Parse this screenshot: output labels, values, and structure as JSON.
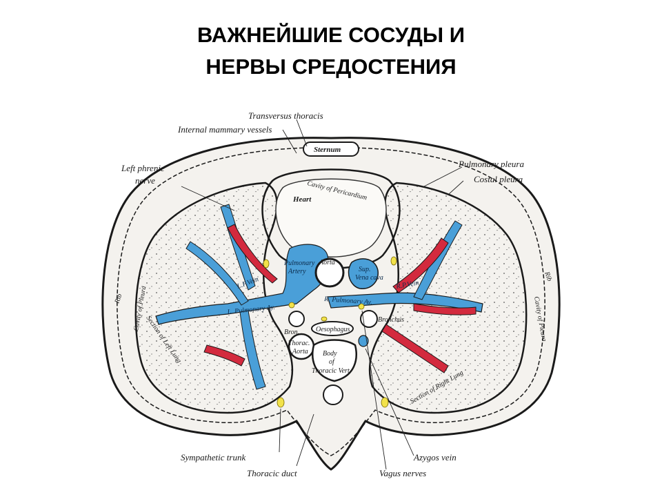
{
  "title": {
    "line1": "ВАЖНЕЙШИЕ СОСУДЫ И",
    "line2": "НЕРВЫ СРЕДОСТЕНИЯ"
  },
  "labels": {
    "transversus_thoracis": "Transversus thoracis",
    "internal_mammary_vessels": "Internal mammary vessels",
    "sternum": "Sternum",
    "left_phrenic_nerve_1": "Left phrenic",
    "left_phrenic_nerve_2": "nerve",
    "pulmonary_pleura": "Pulmonary pleura",
    "costal_pleura": "Costal pleura",
    "heart": "Heart",
    "cavity_of_pericardium": "Cavity of Pericardium",
    "aorta": "Aorta",
    "pulmonary_artery_1": "Pulmonary",
    "pulmonary_artery_2": "Artery",
    "superior_vena_cava_1": "Sup.",
    "superior_vena_cava_2": "Vena cava",
    "l_pulmonary_vein": "L.P.Vein",
    "r_pulmonary_vein": "R.P.Vein",
    "l_pulmonary_artery": "L. Pulmonary Ay.",
    "r_pulmonary_artery": "R. Pulmonary Ay.",
    "l_bronchus": "Bron.",
    "r_bronchus": "Bronchus",
    "oesophagus": "Oesophagus",
    "thoracic_aorta_1": "Thorac.",
    "thoracic_aorta_2": "Aorta",
    "body_of_thoracic_vert_1": "Body",
    "body_of_thoracic_vert_2": "of",
    "body_of_thoracic_vert_3": "Thoracic Vert.",
    "rib_left": "Rib",
    "rib_right": "Rib",
    "cavity_of_pleura_left": "Cavity of Pleura",
    "cavity_of_pleura_right": "Cavity of Pleura",
    "section_of_left_lung": "Section of Left Lung",
    "section_of_right_lung": "Section of Right Lung",
    "sympathetic_trunk": "Sympathetic trunk",
    "thoracic_duct": "Thoracic duct",
    "azygos_vein": "Azygos vein",
    "vagus_nerves": "Vagus nerves"
  },
  "colors": {
    "vein_blue": "#4a9fd8",
    "artery_red": "#d32a3e",
    "nerve_yellow": "#f2e24a",
    "outline": "#1a1a1a"
  }
}
